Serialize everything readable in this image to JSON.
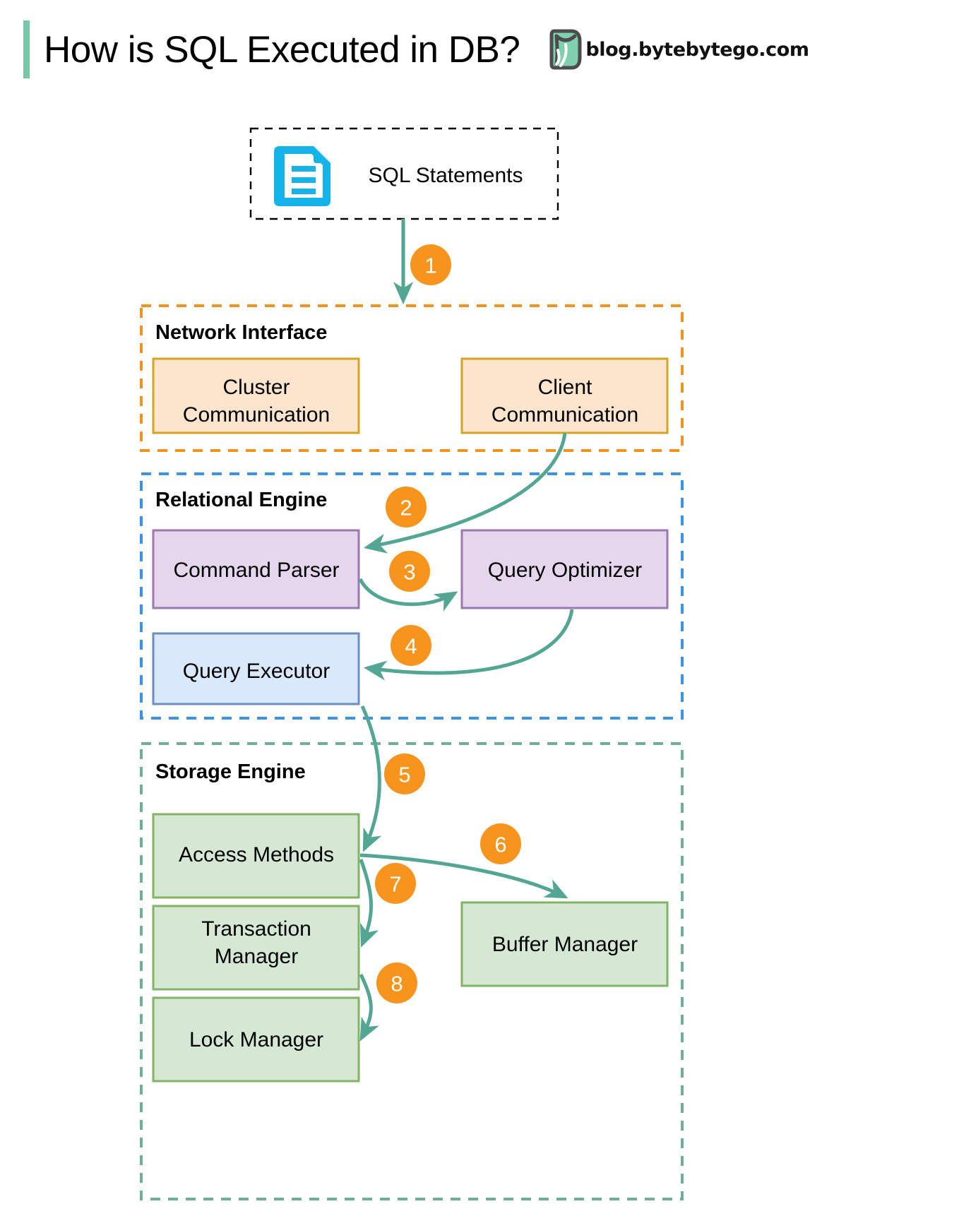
{
  "header": {
    "title": "How is SQL Executed in DB?",
    "brand_text": "blog.bytebytego.com",
    "accent_color": "#77c9a6",
    "logo_icon": "bytebytego-logo-icon"
  },
  "diagram": {
    "type": "flowchart",
    "source_node": {
      "label": "SQL Statements",
      "icon": "document-icon",
      "icon_color": "#14b4ea",
      "border_style": "dashed",
      "border_color": "#000000"
    },
    "groups": [
      {
        "id": "network-interface",
        "label": "Network Interface",
        "border_color": "#F2931E",
        "nodes": [
          {
            "id": "cluster-communication",
            "label_line1": "Cluster",
            "label_line2": "Communication",
            "fill": "#FCE4CD",
            "stroke": "#D6A520"
          },
          {
            "id": "client-communication",
            "label_line1": "Client",
            "label_line2": "Communication",
            "fill": "#FCE4CD",
            "stroke": "#D6A520"
          }
        ]
      },
      {
        "id": "relational-engine",
        "label": "Relational Engine",
        "border_color": "#3B93E8",
        "nodes": [
          {
            "id": "command-parser",
            "label_line1": "Command Parser",
            "label_line2": "",
            "fill": "#E5D6EE",
            "stroke": "#9D77B0"
          },
          {
            "id": "query-optimizer",
            "label_line1": "Query Optimizer",
            "label_line2": "",
            "fill": "#E5D6EE",
            "stroke": "#9D77B0"
          },
          {
            "id": "query-executor",
            "label_line1": "Query Executor",
            "label_line2": "",
            "fill": "#DAE8FC",
            "stroke": "#6C8EBF"
          }
        ]
      },
      {
        "id": "storage-engine",
        "label": "Storage Engine",
        "border_color": "#6FAE9B",
        "nodes": [
          {
            "id": "access-methods",
            "label_line1": "Access Methods",
            "label_line2": "",
            "fill": "#D5E8D4",
            "stroke": "#82B366"
          },
          {
            "id": "transaction-manager",
            "label_line1": "Transaction",
            "label_line2": "Manager",
            "fill": "#D5E8D4",
            "stroke": "#82B366"
          },
          {
            "id": "lock-manager",
            "label_line1": "Lock Manager",
            "label_line2": "",
            "fill": "#D5E8D4",
            "stroke": "#82B366"
          },
          {
            "id": "buffer-manager",
            "label_line1": "Buffer Manager",
            "label_line2": "",
            "fill": "#D5E8D4",
            "stroke": "#82B366"
          }
        ]
      }
    ],
    "arrow_color": "#52A693",
    "badge_color": "#F7941E",
    "steps": [
      {
        "n": "1",
        "from": "sql-statements",
        "to": "network-interface"
      },
      {
        "n": "2",
        "from": "client-communication",
        "to": "command-parser"
      },
      {
        "n": "3",
        "from": "command-parser",
        "to": "query-optimizer"
      },
      {
        "n": "4",
        "from": "query-optimizer",
        "to": "query-executor"
      },
      {
        "n": "5",
        "from": "query-executor",
        "to": "access-methods"
      },
      {
        "n": "6",
        "from": "access-methods",
        "to": "buffer-manager"
      },
      {
        "n": "7",
        "from": "access-methods",
        "to": "transaction-manager"
      },
      {
        "n": "8",
        "from": "transaction-manager",
        "to": "lock-manager"
      }
    ]
  }
}
